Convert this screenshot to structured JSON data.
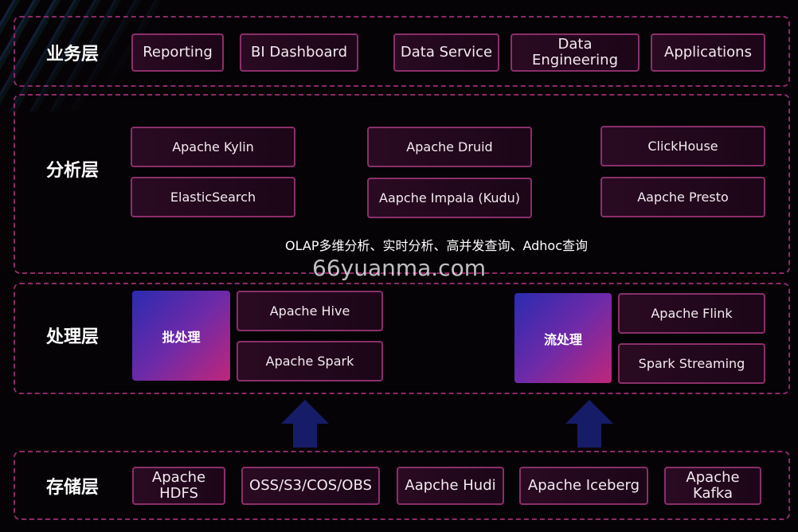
{
  "layers": {
    "business": {
      "label": "业务层",
      "items": [
        "Reporting",
        "BI Dashboard",
        "Data Service",
        "Data Engineering",
        "Applications"
      ]
    },
    "analysis": {
      "label": "分析层",
      "items": [
        "Apache Kylin",
        "ElasticSearch",
        "Apache Druid",
        "Aapche Impala (Kudu)",
        "ClickHouse",
        "Aapche Presto"
      ],
      "caption": "OLAP多维分析、实时分析、高并发查询、Adhoc查询"
    },
    "processing": {
      "label": "处理层",
      "batch": {
        "label": "批处理",
        "items": [
          "Apache Hive",
          "Apache Spark"
        ]
      },
      "stream": {
        "label": "流处理",
        "items": [
          "Apache Flink",
          "Spark Streaming"
        ]
      }
    },
    "storage": {
      "label": "存储层",
      "items": [
        "Apache HDFS",
        "OSS/S3/COS/OBS",
        "Aapche Hudi",
        "Apache Iceberg",
        "Apache Kafka"
      ]
    }
  },
  "watermark": "66yuanma.com",
  "colors": {
    "border": "#8c2a6a",
    "gradient_start": "#2b2bb0",
    "gradient_end": "#c0267a",
    "arrow": "#1a2a8a"
  }
}
